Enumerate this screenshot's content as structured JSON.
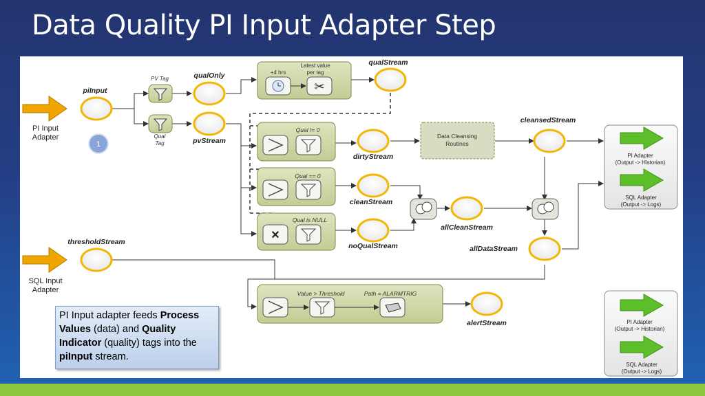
{
  "title": "Data Quality PI Input Adapter Step",
  "inputs": {
    "pi_input_label": "PI Input\nAdapter",
    "sql_input_label": "SQL Input\nAdapter"
  },
  "streams": {
    "piInput": "piInput",
    "qualOnly": "qualOnly",
    "pvStream": "pvStream",
    "qualStream": "qualStream",
    "dirtyStream": "dirtyStream",
    "cleanStream": "cleanStream",
    "noQualStream": "noQualStream",
    "allCleanStream": "allCleanStream",
    "cleansedStream": "cleansedStream",
    "allDataStream": "allDataStream",
    "thresholdStream": "thresholdStream",
    "alertStream": "alertStream"
  },
  "filters": {
    "pv_tag": "PV Tag",
    "qual_tag": "Qual\nTag",
    "qual_neq_0": "Qual != 0",
    "qual_eq_0": "Qual == 0",
    "qual_is_null": "Qual is NULL",
    "value_threshold": "Value > Threshold",
    "path_alarm": "Path = ALARMTRIG"
  },
  "window_box": {
    "four_hrs": "+4 hrs",
    "latest_value": "Latest value\nper tag"
  },
  "cleansing": "Data Cleansing\nRoutines",
  "badge": "1",
  "outputs_top": {
    "pi_adapter": "PI Adapter\n(Output -> Historian)",
    "sql_adapter": "SQL Adapter\n(Output -> Logs)"
  },
  "outputs_bottom": {
    "pi_adapter": "PI Adapter\n(Output -> Historian)",
    "sql_adapter": "SQL Adapter\n(Output -> Logs)"
  },
  "note": {
    "t1": "PI Input adapter feeds ",
    "b1": "Process Values",
    "t2": " (data) and ",
    "b2": "Quality Indicator",
    "t3": " (quality) tags into the ",
    "b3": "piInput",
    "t4": " stream."
  },
  "colors": {
    "stream_ring": "#f2b705",
    "box_fill": "#cfd6a8",
    "box_border": "#7d8a4a",
    "arrow_orange": "#f0a500",
    "arrow_green": "#5cbf2a",
    "background_top": "#23346e",
    "accent_bar": "#8dc63f"
  }
}
